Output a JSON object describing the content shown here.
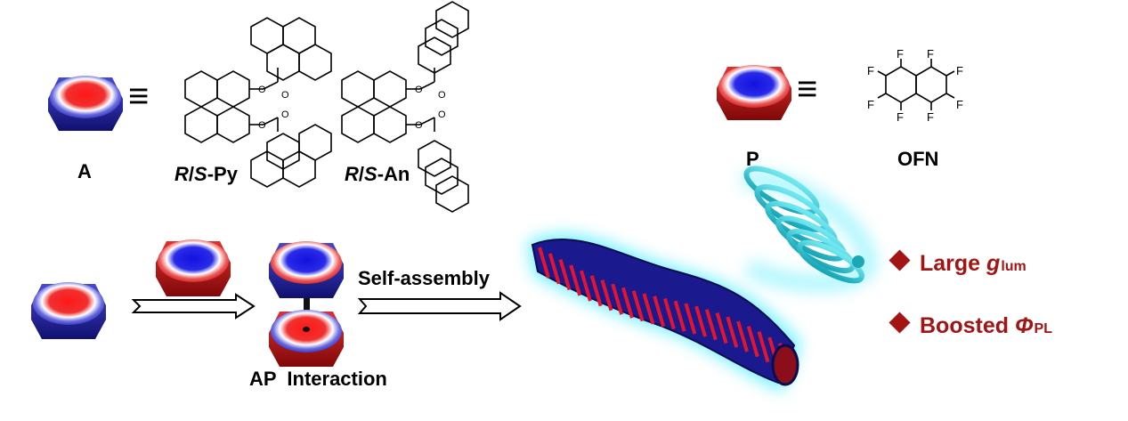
{
  "labels": {
    "acceptor": "A",
    "py_prefix": "R",
    "py_mid": "S",
    "py_suffix": "-Py",
    "an_prefix": "R",
    "an_mid": "S",
    "an_suffix": "-An",
    "donor": "P",
    "ofn": "OFN",
    "self_assembly": "Self-assembly",
    "ap_interaction": "AP  Interaction",
    "equiv_symbol": "≡",
    "fluorine": "F"
  },
  "features": [
    {
      "text": "Large ",
      "sym": "g",
      "sub": "lum"
    },
    {
      "text": "Boosted ",
      "sym": "Φ",
      "sub": "PL"
    }
  ],
  "colors": {
    "red": "#e81a1a",
    "blue": "#2222c8",
    "glow": "#00e5ff",
    "spring": "#39d0dc",
    "feature": "#a31515"
  }
}
